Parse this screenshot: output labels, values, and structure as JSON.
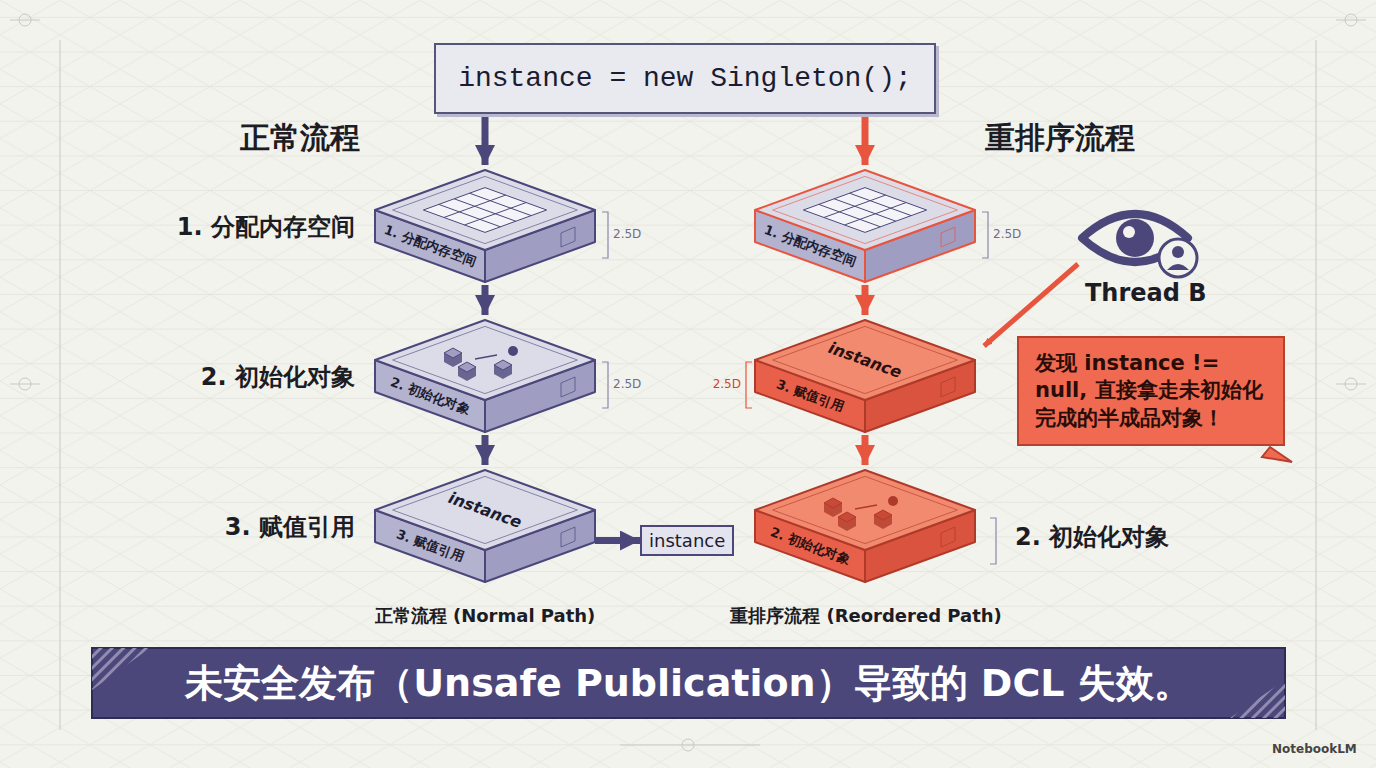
{
  "diagram": {
    "caption": "未安全发布（Unsafe Publication）导致的 DCL 失效。",
    "nodes": [
      {
        "text": [
          "instance = new Singleton();"
        ]
      },
      {
        "text": [
          "1. 分配内存空间",
          "1. 分配内存空间"
        ]
      },
      {
        "text": [
          "2. 初始化对象",
          "2. 初始化对象"
        ]
      },
      {
        "text": [
          "3. 赋值引用",
          "instance",
          "3. 赋值引用"
        ]
      },
      {
        "text": [
          "instance"
        ]
      },
      {
        "text": [
          "1. 分配内存空间"
        ]
      },
      {
        "text": [
          "instance",
          "3. 赋值引用"
        ]
      },
      {
        "text": [
          "发现 instance != null, 直接拿走未初始化完成的半成品对象！"
        ]
      },
      {
        "text": [
          "2. 初始化对象",
          "2. 初始化对象"
        ]
      }
    ],
    "edges": [
      {
        "from": 0,
        "to": 1,
        "arrow": "to"
      },
      {
        "from": 1,
        "to": 2,
        "arrow": "to"
      },
      {
        "from": 2,
        "to": 3,
        "arrow": "to"
      },
      {
        "from": 3,
        "to": 4,
        "arrow": "to"
      },
      {
        "from": 0,
        "to": 5,
        "arrow": "to"
      },
      {
        "from": 5,
        "to": 6,
        "arrow": "to"
      },
      {
        "from": 6,
        "to": 8,
        "arrow": "to"
      }
    ],
    "labels": [
      "正常流程",
      "重排序流程",
      "2.5D",
      "2.5D",
      "2.5D",
      "2.5D",
      "Thread B",
      "正常流程 (Normal Path)",
      "重排序流程 (Reordered Path)",
      "NotebookLM"
    ]
  }
}
